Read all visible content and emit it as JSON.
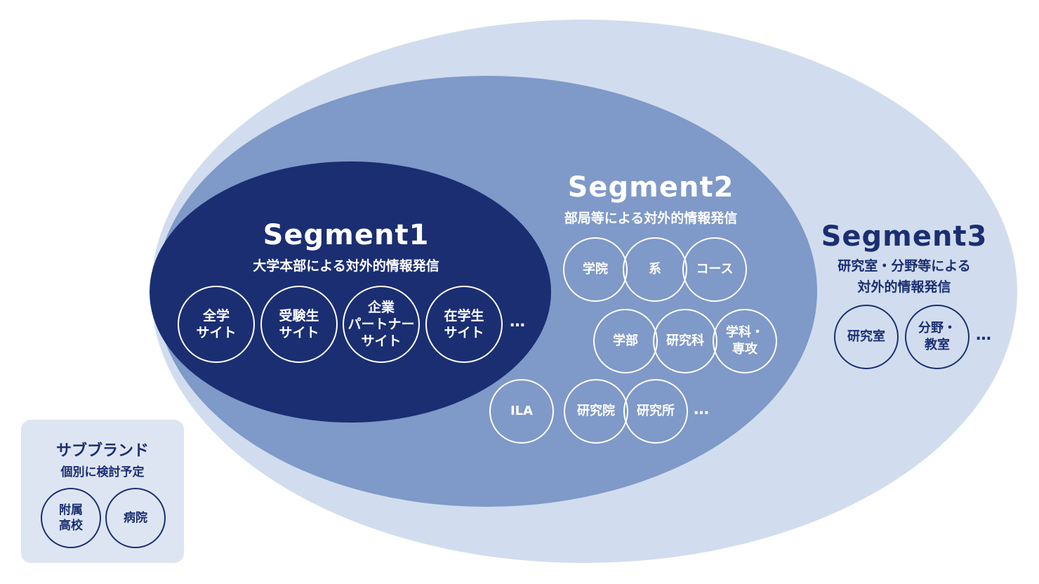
{
  "segment3": {
    "title": "Segment3",
    "subtitle_line1": "研究室・分野等による",
    "subtitle_line2": "対外的情報発信",
    "circles": [
      "研究室",
      "分野・\n教室"
    ],
    "more": "…"
  },
  "segment2": {
    "title": "Segment2",
    "subtitle": "部局等による対外的情報発信",
    "circles": [
      "学院",
      "系",
      "コース",
      "学部",
      "研究科",
      "学科・\n専攻",
      "ILA",
      "研究院",
      "研究所"
    ],
    "more": "…"
  },
  "segment1": {
    "title": "Segment1",
    "subtitle": "大学本部による対外的情報発信",
    "circles": [
      "全学\nサイト",
      "受験生\nサイト",
      "企業\nパートナー\nサイト",
      "在学生\nサイト"
    ],
    "more": "…"
  },
  "subbrand": {
    "title": "サブブランド",
    "subtitle": "個別に検討予定",
    "circles": [
      "附属\n高校",
      "病院"
    ]
  },
  "colors": {
    "segment1_fill": "#1b2e72",
    "segment2_fill": "#7f99c8",
    "segment3_fill": "#d1ddee",
    "subbrand_fill": "#dde5f2",
    "background": "#ffffff"
  }
}
